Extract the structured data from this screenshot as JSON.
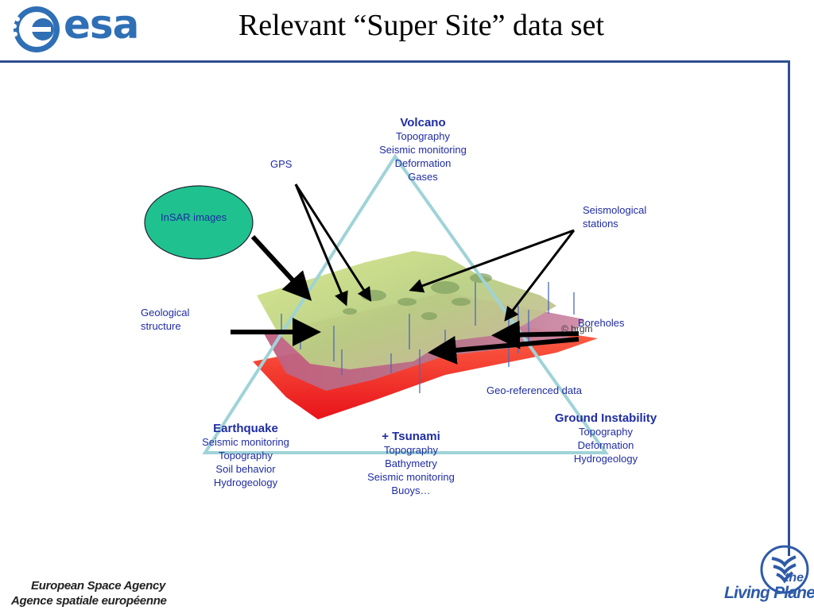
{
  "header": {
    "logo_text": "esa",
    "title": "Relevant “Super Site” data set"
  },
  "diagram": {
    "volcano": {
      "heading": "Volcano",
      "items": [
        "Topography",
        "Seismic monitoring",
        "Deformation",
        "Gases"
      ]
    },
    "earthquake": {
      "heading": "Earthquake",
      "items": [
        "Seismic monitoring",
        "Topography",
        "Soil behavior",
        "Hydrogeology"
      ]
    },
    "tsunami": {
      "heading": "+ Tsunami",
      "items": [
        "Topography",
        "Bathymetry",
        "Seismic monitoring",
        "Buoys…"
      ]
    },
    "ground_instability": {
      "heading": "Ground Instability",
      "items": [
        "Topography",
        "Deformation",
        "Hydrogeology"
      ]
    },
    "labels": {
      "gps": "GPS",
      "insar": "InSAR images",
      "seismological_line1": "Seismological",
      "seismological_line2": "stations",
      "geological_line1": "Geological",
      "geological_line2": "structure",
      "boreholes": "Boreholes",
      "brgm": "© brgm",
      "georeferenced": "Geo-referenced data"
    },
    "colors": {
      "triangle": "#9fd3d8",
      "insar_fill": "#1fc28f",
      "text_blue": "#1f2ca3",
      "arrow": "#000000"
    }
  },
  "footer": {
    "agency_en": "European Space Agency",
    "agency_fr": "Agence spatiale européenne",
    "living_planet_the": "the",
    "living_planet": "Living Planet"
  }
}
